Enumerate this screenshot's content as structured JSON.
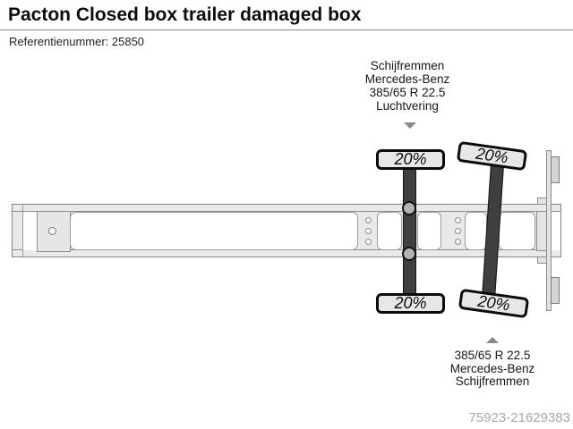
{
  "header": {
    "title": "Pacton Closed box trailer damaged box",
    "reference": "Referentienummer: 25850"
  },
  "diagram": {
    "front_axle_info": {
      "lines": [
        "Schijfremmen",
        "Mercedes-Benz",
        "385/65 R 22.5",
        "Luchtvering"
      ]
    },
    "rear_axle_info": {
      "lines": [
        "385/65 R 22.5",
        "Mercedes-Benz",
        "Schijfremmen"
      ]
    },
    "axles": [
      {
        "id": "axle-1",
        "tires": [
          {
            "position": "top",
            "wear": "20%"
          },
          {
            "position": "bottom",
            "wear": "20%"
          }
        ]
      },
      {
        "id": "axle-2",
        "tires": [
          {
            "position": "top",
            "wear": "20%"
          },
          {
            "position": "bottom",
            "wear": "20%"
          }
        ]
      }
    ]
  },
  "footer": {
    "listing_id": "75923-21629383"
  },
  "colors": {
    "axle_dark": "#3f3f3f",
    "tire_fill": "#e7e7e7",
    "tire_border": "#0c0c0c",
    "chassis_fill": "#e9e9e9",
    "chassis_stroke": "#8c8c8c",
    "arrow_gray": "#8a8a8a",
    "footer_text": "#a8a8a8"
  }
}
